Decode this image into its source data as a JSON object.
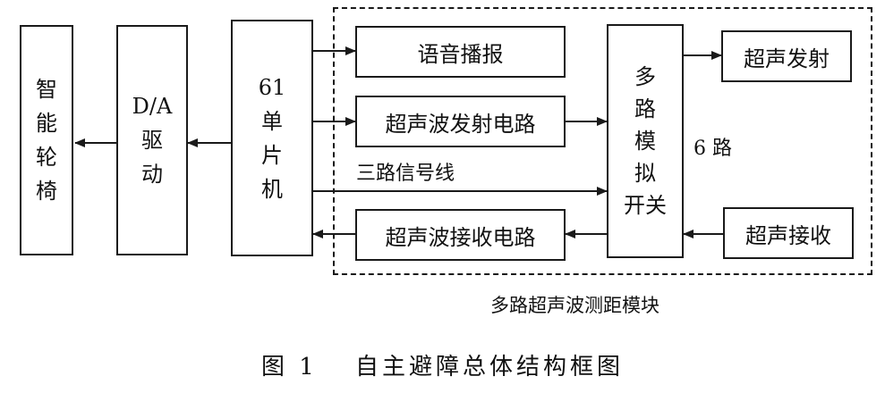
{
  "blocks": {
    "wheelchair": [
      "智",
      "能",
      "轮",
      "椅"
    ],
    "da_driver": [
      "D/A",
      "驱",
      "动"
    ],
    "mcu": [
      "61",
      "单",
      "片",
      "机"
    ],
    "voice": "语音播报",
    "tx_circuit": "超声波发射电路",
    "rx_circuit": "超声波接收电路",
    "mux": [
      "多",
      "路",
      "模",
      "拟",
      "开关"
    ],
    "tx": "超声发射",
    "rx": "超声接收"
  },
  "labels": {
    "six_way": "6 路",
    "three_signal": "三路信号线",
    "module": "多路超声波测距模块"
  },
  "caption": "图 1　 自主避障总体结构框图"
}
